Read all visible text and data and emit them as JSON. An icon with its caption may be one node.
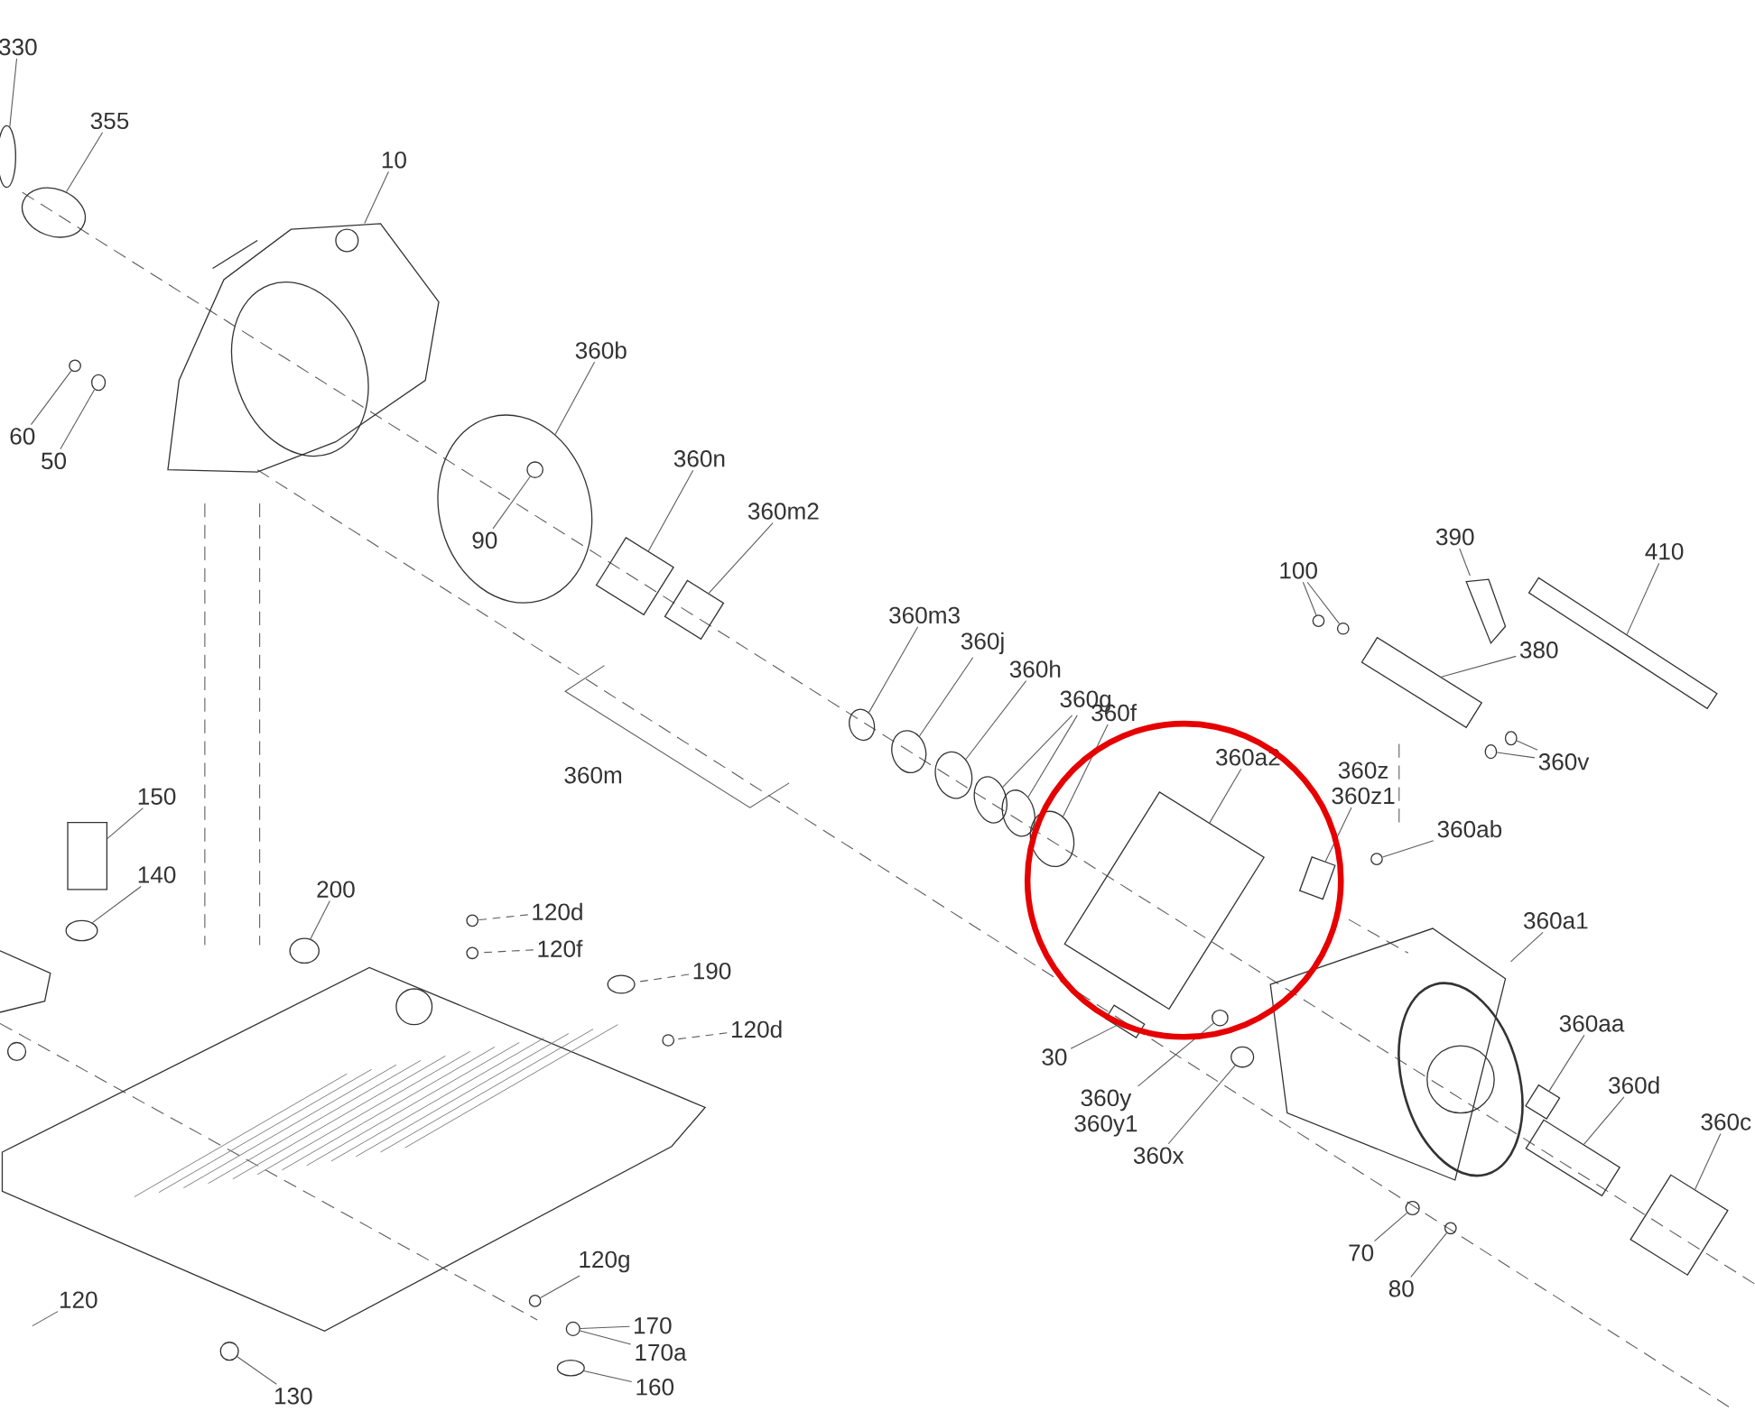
{
  "diagram": {
    "nodes": [
      {
        "text": [
          "330"
        ]
      },
      {
        "text": [],
        "shape": "circle"
      },
      {
        "text": [
          "355"
        ]
      },
      {
        "text": [],
        "shape": "circle"
      },
      {
        "text": [
          "10"
        ]
      },
      {
        "text": [],
        "shape": "picture"
      },
      {
        "text": [
          "60"
        ]
      },
      {
        "text": [],
        "shape": "circle"
      },
      {
        "text": [
          "50"
        ]
      },
      {
        "text": [],
        "shape": "circle"
      },
      {
        "text": [
          "360b"
        ]
      },
      {
        "text": [],
        "shape": "circle"
      },
      {
        "text": [
          "90"
        ],
        "in": 11
      },
      {
        "text": [],
        "shape": "circle",
        "in": 11
      },
      {
        "text": [
          "360n"
        ]
      },
      {
        "text": [],
        "shape": "cylinder"
      },
      {
        "text": [
          "360m2"
        ]
      },
      {
        "text": [],
        "shape": "cylinder"
      },
      {
        "text": [
          "360m3"
        ]
      },
      {
        "text": [],
        "shape": "circle"
      },
      {
        "text": [
          "360j"
        ]
      },
      {
        "text": [],
        "shape": "circle"
      },
      {
        "text": [
          "360h"
        ]
      },
      {
        "text": [],
        "shape": "circle"
      },
      {
        "text": [
          "360g"
        ]
      },
      {
        "text": [],
        "shape": "circle"
      },
      {
        "text": [],
        "shape": "circle"
      },
      {
        "text": [
          "360f"
        ]
      },
      {
        "text": [],
        "shape": "circle"
      },
      {
        "text": [
          "360a2"
        ]
      },
      {
        "text": [],
        "shape": "cylinder"
      },
      {
        "text": [
          "360z",
          "360z1"
        ]
      },
      {
        "text": [],
        "shape": "box"
      },
      {
        "text": [
          "360y",
          "360y1"
        ]
      },
      {
        "text": [],
        "shape": "circle"
      },
      {
        "text": [
          "360x"
        ]
      },
      {
        "text": [],
        "shape": "circle"
      },
      {
        "text": [
          "30"
        ]
      },
      {
        "text": [],
        "shape": "cylinder"
      },
      {
        "text": [
          "360ab"
        ]
      },
      {
        "text": [],
        "shape": "circle"
      },
      {
        "text": [
          "360a1"
        ]
      },
      {
        "text": [],
        "shape": "picture"
      },
      {
        "text": [
          "360aa"
        ]
      },
      {
        "text": [],
        "shape": "cylinder"
      },
      {
        "text": [
          "360d"
        ]
      },
      {
        "text": [],
        "shape": "cylinder"
      },
      {
        "text": [
          "360c"
        ]
      },
      {
        "text": [],
        "shape": "cylinder"
      },
      {
        "text": [
          "70"
        ]
      },
      {
        "text": [],
        "shape": "circle"
      },
      {
        "text": [
          "80"
        ]
      },
      {
        "text": [],
        "shape": "circle"
      },
      {
        "text": [
          "100"
        ]
      },
      {
        "text": [],
        "shape": "circle"
      },
      {
        "text": [],
        "shape": "circle"
      },
      {
        "text": [
          "390"
        ]
      },
      {
        "text": [],
        "shape": "picture"
      },
      {
        "text": [
          "410"
        ]
      },
      {
        "text": [],
        "shape": "bar"
      },
      {
        "text": [
          "380"
        ]
      },
      {
        "text": [],
        "shape": "cylinder"
      },
      {
        "text": [
          "360v"
        ]
      },
      {
        "text": [],
        "shape": "circle"
      },
      {
        "text": [],
        "shape": "circle"
      },
      {
        "text": [
          "150"
        ]
      },
      {
        "text": [],
        "shape": "cylinder"
      },
      {
        "text": [
          "140"
        ]
      },
      {
        "text": [],
        "shape": "circle"
      },
      {
        "text": [
          "200"
        ]
      },
      {
        "text": [],
        "shape": "circle"
      },
      {
        "text": [
          "120d"
        ]
      },
      {
        "text": [],
        "shape": "circle"
      },
      {
        "text": [
          "120f"
        ]
      },
      {
        "text": [],
        "shape": "circle"
      },
      {
        "text": [
          "190"
        ]
      },
      {
        "text": [],
        "shape": "circle"
      },
      {
        "text": [
          "120d"
        ]
      },
      {
        "text": [],
        "shape": "circle"
      },
      {
        "text": [
          "120"
        ]
      },
      {
        "text": [],
        "shape": "picture"
      },
      {
        "text": [
          "120g"
        ]
      },
      {
        "text": [],
        "shape": "circle"
      },
      {
        "text": [
          "170"
        ]
      },
      {
        "text": [],
        "shape": "circle"
      },
      {
        "text": [
          "170a"
        ]
      },
      {
        "text": [],
        "shape": "circle"
      },
      {
        "text": [
          "160"
        ]
      },
      {
        "text": [
          "130"
        ]
      },
      {
        "text": [],
        "shape": "circle"
      }
    ],
    "edges": [
      {
        "from": 0,
        "to": 1,
        "arrow": "none"
      },
      {
        "from": 2,
        "to": 3,
        "arrow": "none"
      },
      {
        "from": 4,
        "to": 5,
        "arrow": "none"
      },
      {
        "from": 6,
        "to": 7,
        "arrow": "none"
      },
      {
        "from": 8,
        "to": 9,
        "arrow": "none"
      },
      {
        "from": 10,
        "to": 11,
        "arrow": "none"
      },
      {
        "from": 12,
        "to": 13,
        "arrow": "none"
      },
      {
        "from": 14,
        "to": 15,
        "arrow": "none"
      },
      {
        "from": 16,
        "to": 17,
        "arrow": "none"
      },
      {
        "from": 18,
        "to": 19,
        "arrow": "none"
      },
      {
        "from": 20,
        "to": 21,
        "arrow": "none"
      },
      {
        "from": 22,
        "to": 23,
        "arrow": "none"
      },
      {
        "from": 24,
        "to": 25,
        "arrow": "none"
      },
      {
        "from": 24,
        "to": 26,
        "arrow": "none"
      },
      {
        "from": 27,
        "to": 28,
        "arrow": "none"
      },
      {
        "from": 29,
        "to": 30,
        "arrow": "none"
      },
      {
        "from": 31,
        "to": 32,
        "arrow": "none"
      },
      {
        "from": 33,
        "to": 34,
        "arrow": "none"
      },
      {
        "from": 35,
        "to": 36,
        "arrow": "none"
      },
      {
        "from": 37,
        "to": 38,
        "arrow": "none"
      },
      {
        "from": 39,
        "to": 40,
        "arrow": "none"
      },
      {
        "from": 41,
        "to": 42,
        "arrow": "none"
      },
      {
        "from": 43,
        "to": 44,
        "arrow": "none"
      },
      {
        "from": 45,
        "to": 46,
        "arrow": "none"
      },
      {
        "from": 47,
        "to": 48,
        "arrow": "none"
      },
      {
        "from": 49,
        "to": 50,
        "arrow": "none"
      },
      {
        "from": 51,
        "to": 52,
        "arrow": "none"
      },
      {
        "from": 53,
        "to": 54,
        "arrow": "none"
      },
      {
        "from": 53,
        "to": 55,
        "arrow": "none"
      },
      {
        "from": 56,
        "to": 57,
        "arrow": "none"
      },
      {
        "from": 58,
        "to": 59,
        "arrow": "none"
      },
      {
        "from": 60,
        "to": 61,
        "arrow": "none"
      },
      {
        "from": 62,
        "to": 63,
        "arrow": "none"
      },
      {
        "from": 62,
        "to": 64,
        "arrow": "none"
      },
      {
        "from": 65,
        "to": 66,
        "arrow": "none"
      },
      {
        "from": 67,
        "to": 68,
        "arrow": "none"
      },
      {
        "from": 69,
        "to": 70,
        "arrow": "none"
      },
      {
        "from": 71,
        "to": 72,
        "arrow": "none",
        "style": "dashed"
      },
      {
        "from": 73,
        "to": 74,
        "arrow": "none",
        "style": "dashed"
      },
      {
        "from": 75,
        "to": 76,
        "arrow": "none",
        "style": "dashed"
      },
      {
        "from": 77,
        "to": 78,
        "arrow": "none",
        "style": "dashed"
      },
      {
        "from": 79,
        "to": 80,
        "arrow": "none"
      },
      {
        "from": 81,
        "to": 82,
        "arrow": "none"
      },
      {
        "from": 83,
        "to": 84,
        "arrow": "none"
      },
      {
        "from": 85,
        "to": 84,
        "arrow": "none"
      },
      {
        "from": 87,
        "to": 86,
        "arrow": "none"
      },
      {
        "from": 88,
        "to": 89,
        "arrow": "none"
      }
    ],
    "labels": [
      "360m"
    ]
  }
}
